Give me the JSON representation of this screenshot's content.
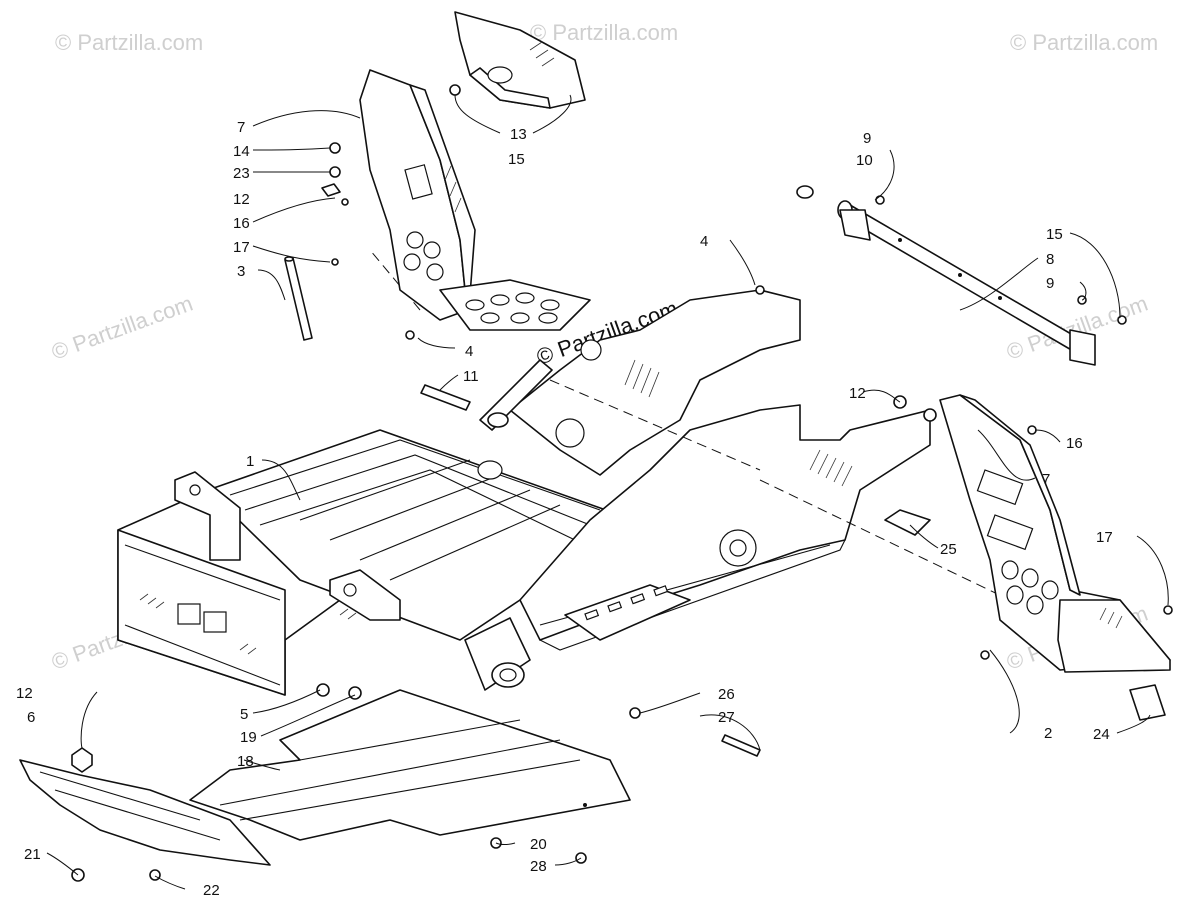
{
  "watermark": {
    "text": "© Partzilla.com",
    "color": "#cfcfcf"
  },
  "callouts": [
    {
      "id": "c1",
      "label": "1"
    },
    {
      "id": "c2",
      "label": "2"
    },
    {
      "id": "c3",
      "label": "3"
    },
    {
      "id": "c4a",
      "label": "4"
    },
    {
      "id": "c4b",
      "label": "4"
    },
    {
      "id": "c5",
      "label": "5"
    },
    {
      "id": "c6",
      "label": "6"
    },
    {
      "id": "c7a",
      "label": "7"
    },
    {
      "id": "c7b",
      "label": "7"
    },
    {
      "id": "c8",
      "label": "8"
    },
    {
      "id": "c9a",
      "label": "9"
    },
    {
      "id": "c9b",
      "label": "9"
    },
    {
      "id": "c10",
      "label": "10"
    },
    {
      "id": "c11",
      "label": "11"
    },
    {
      "id": "c12a",
      "label": "12"
    },
    {
      "id": "c12b",
      "label": "12"
    },
    {
      "id": "c12c",
      "label": "12"
    },
    {
      "id": "c13",
      "label": "13"
    },
    {
      "id": "c14",
      "label": "14"
    },
    {
      "id": "c15a",
      "label": "15"
    },
    {
      "id": "c15b",
      "label": "15"
    },
    {
      "id": "c16a",
      "label": "16"
    },
    {
      "id": "c16b",
      "label": "16"
    },
    {
      "id": "c17a",
      "label": "17"
    },
    {
      "id": "c17b",
      "label": "17"
    },
    {
      "id": "c18",
      "label": "18"
    },
    {
      "id": "c19",
      "label": "19"
    },
    {
      "id": "c20",
      "label": "20"
    },
    {
      "id": "c21",
      "label": "21"
    },
    {
      "id": "c22",
      "label": "22"
    },
    {
      "id": "c23",
      "label": "23"
    },
    {
      "id": "c24",
      "label": "24"
    },
    {
      "id": "c25",
      "label": "25"
    },
    {
      "id": "c26",
      "label": "26"
    },
    {
      "id": "c27",
      "label": "27"
    },
    {
      "id": "c28",
      "label": "28"
    }
  ]
}
